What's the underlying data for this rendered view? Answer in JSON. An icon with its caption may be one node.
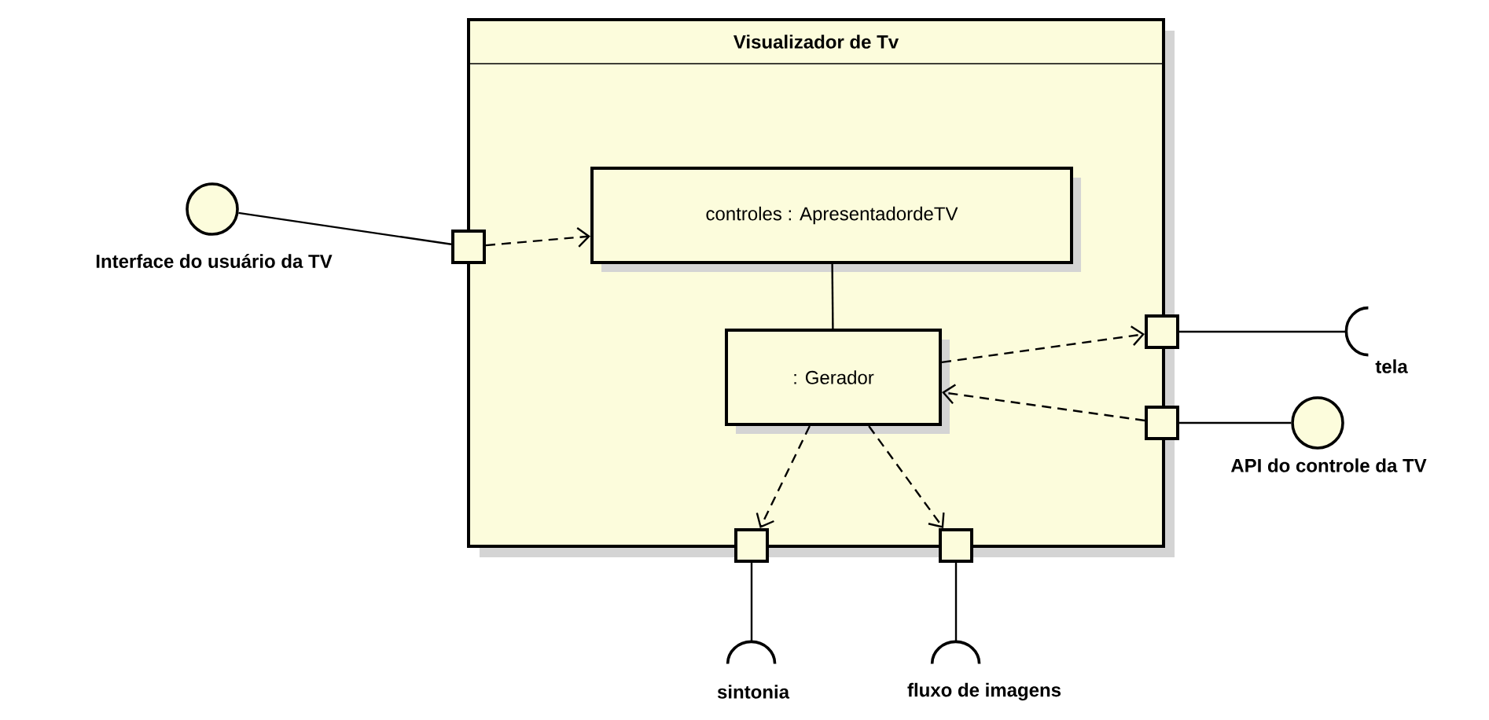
{
  "diagram": {
    "nodes": [
      {
        "text": [
          "Visualizador de Tv"
        ]
      },
      {
        "text": [
          "controles : ApresentadordeTV"
        ],
        "in": 0
      },
      {
        "text": [
          ": Gerador"
        ],
        "in": 0
      },
      {
        "text": [],
        "shape": "box"
      },
      {
        "text": [],
        "shape": "box"
      },
      {
        "text": [],
        "shape": "box"
      },
      {
        "text": [],
        "shape": "box"
      },
      {
        "text": [],
        "shape": "box"
      },
      {
        "text": [],
        "shape": "circle",
        "beside": [
          "Interface do usuário da TV"
        ]
      },
      {
        "text": [],
        "shape": "arc",
        "beside": [
          "tela"
        ]
      },
      {
        "text": [],
        "shape": "circle",
        "beside": [
          "API do controle da TV"
        ]
      },
      {
        "text": [],
        "shape": "arc",
        "beside": [
          "sintonia"
        ]
      },
      {
        "text": [],
        "shape": "arc",
        "beside": [
          "fluxo de imagens"
        ]
      }
    ],
    "edges": [
      {
        "from": 8,
        "to": 3,
        "arrow": "none"
      },
      {
        "from": 3,
        "to": 1,
        "arrow": "to",
        "style": "dashed"
      },
      {
        "from": 1,
        "to": 2,
        "arrow": "none"
      },
      {
        "from": 2,
        "to": 4,
        "arrow": "to",
        "style": "dashed"
      },
      {
        "from": 4,
        "to": 9,
        "arrow": "none"
      },
      {
        "from": 5,
        "to": 2,
        "arrow": "to",
        "style": "dashed"
      },
      {
        "from": 5,
        "to": 10,
        "arrow": "none"
      },
      {
        "from": 2,
        "to": 6,
        "arrow": "to",
        "style": "dashed"
      },
      {
        "from": 2,
        "to": 7,
        "arrow": "to",
        "style": "dashed"
      },
      {
        "from": 6,
        "to": 11,
        "arrow": "none"
      },
      {
        "from": 7,
        "to": 12,
        "arrow": "none"
      }
    ]
  }
}
